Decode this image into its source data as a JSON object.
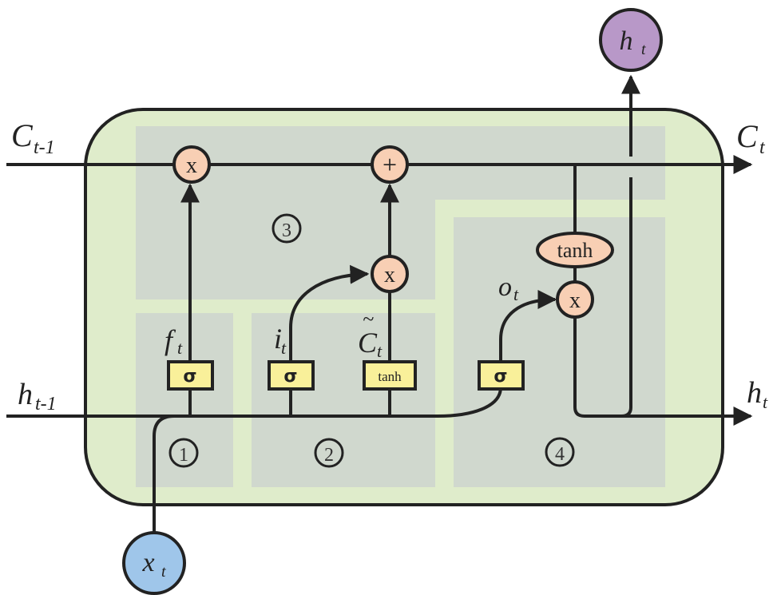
{
  "title": "LSTM cell diagram",
  "colors": {
    "cell_fill": "#dfeccb",
    "region_fill": "#d0d8ce",
    "op_fill": "#f8cfb4",
    "gate_fill": "#f9f09a",
    "output_node_fill": "#b898c8",
    "input_node_fill": "#9fc6ea",
    "line": "#222222"
  },
  "labels": {
    "c_prev": {
      "base": "C",
      "sub": "t-1"
    },
    "c_next": {
      "base": "C",
      "sub": "t"
    },
    "h_prev": {
      "base": "h",
      "sub": "t-1"
    },
    "h_next": {
      "base": "h",
      "sub": "t"
    },
    "h_top": {
      "base": "h",
      "sub": "t"
    },
    "x_in": {
      "base": "x",
      "sub": "t"
    },
    "f_gate": {
      "base": "f",
      "sub": "t"
    },
    "i_gate": {
      "base": "i",
      "sub": "t"
    },
    "c_tilde": {
      "base": "C",
      "sub": "t",
      "accent": "~"
    },
    "o_gate": {
      "base": "o",
      "sub": "t"
    }
  },
  "operators": {
    "forget_multiply": "x",
    "cell_add": "+",
    "input_multiply": "x",
    "output_multiply": "x",
    "output_tanh": "tanh"
  },
  "gates": {
    "forget_sigma": "σ",
    "input_sigma": "σ",
    "candidate_tanh": "tanh",
    "output_sigma": "σ"
  },
  "regions": {
    "r1": "1",
    "r2": "2",
    "r3": "3",
    "r4": "4"
  }
}
